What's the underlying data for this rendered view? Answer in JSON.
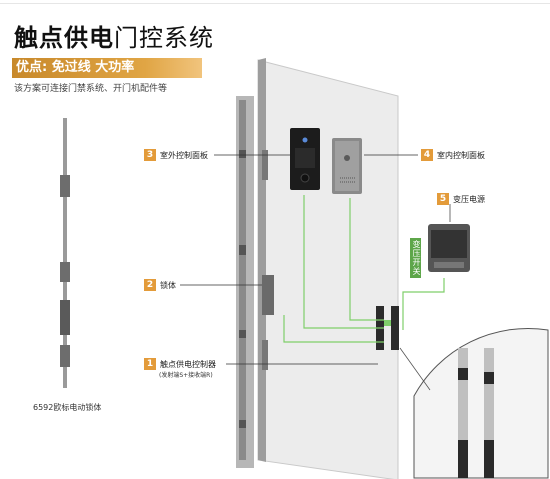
{
  "header": {
    "title_bold": "触点供电",
    "title_light": "门控系统",
    "banner": "优点: 免过线  大功率",
    "subtitle": "该方案可连接门禁系统、开门机配件等"
  },
  "callouts": [
    {
      "num": "1",
      "label": "触点供电控制器",
      "sub": "(发射端S+接收端R)"
    },
    {
      "num": "2",
      "label": "锁体"
    },
    {
      "num": "3",
      "label": "室外控制面板"
    },
    {
      "num": "4",
      "label": "室内控制面板"
    },
    {
      "num": "5",
      "label": "变压电源"
    }
  ],
  "lock_caption": "6592欧标电动锁体",
  "psu_tag": "变压开关",
  "colors": {
    "accent_orange": "#e39b3a",
    "banner_gold": "#c8892b",
    "wire_green": "#7fcf6a",
    "door_gray": "#ececec",
    "frame_gray": "#8a8a8a"
  }
}
